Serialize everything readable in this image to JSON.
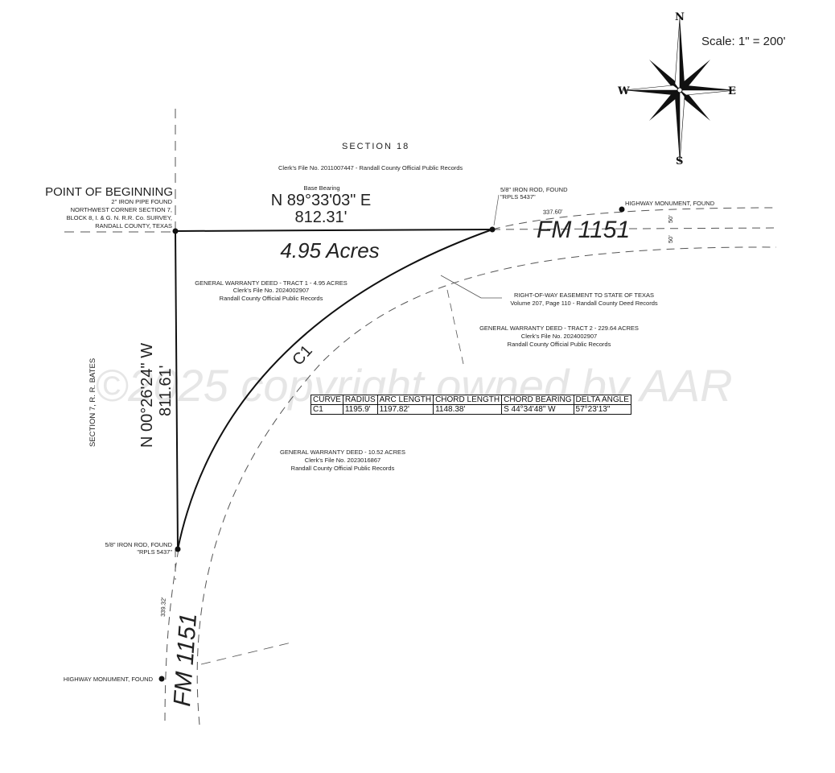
{
  "scale": "Scale: 1\" = 200'",
  "compass": {
    "north": "N",
    "south": "S",
    "east": "E",
    "west": "W",
    "icon": "compass-rose-icon"
  },
  "section_18": "SECTION 18",
  "section_18_clerk": "Clerk's File No. 2011007447 - Randall County Official Public Records",
  "point_of_beginning": {
    "title": "POINT OF BEGINNING",
    "lines": [
      "2\" IRON PIPE FOUND",
      "NORTHWEST CORNER SECTION 7,",
      "BLOCK 8, I. & G. N. R.R. Co. SURVEY,",
      "RANDALL COUNTY, TEXAS"
    ]
  },
  "base_bearing": {
    "label": "Base Bearing",
    "bearing": "N 89°33'03\" E",
    "distance": "812.31'"
  },
  "acres": "4.95 Acres",
  "iron_rod_ne": {
    "line1": "5/8\" IRON ROD, FOUND",
    "line2": "\"RPLS 5437\""
  },
  "iron_rod_sw": {
    "line1": "5/8\" IRON ROD, FOUND",
    "line2": "\"RPLS 5437\""
  },
  "highway_monument_ne": "HIGHWAY MONUMENT, FOUND",
  "highway_monument_sw": "HIGHWAY MONUMENT, FOUND",
  "dist_337": "337.60'",
  "dist_339": "339.32'",
  "width_50_a": "50'",
  "width_50_b": "50'",
  "road_label_e": "FM 1151",
  "road_label_s": "FM 1151",
  "tract1": {
    "line1": "GENERAL WARRANTY DEED - TRACT 1 - 4.95 ACRES",
    "line2": "Clerk's File No. 2024002907",
    "line3": "Randall County Official Public Records"
  },
  "row_easement": {
    "line1": "RIGHT-OF-WAY EASEMENT TO STATE OF TEXAS",
    "line2": "Volume 207, Page 110 - Randall County Deed Records"
  },
  "tract2": {
    "line1": "GENERAL WARRANTY DEED - TRACT 2 - 229.64 ACRES",
    "line2": "Clerk's File No. 2024002907",
    "line3": "Randall County Official Public Records"
  },
  "deed_1052": {
    "line1": "GENERAL WARRANTY DEED - 10.52 ACRES",
    "line2": "Clerk's File No. 2023016867",
    "line3": "Randall County Official Public Records"
  },
  "west_bearing": "N 00°26'24\" W",
  "west_distance": "811.61'",
  "section7": "SECTION 7, R. R. BATES",
  "curve_label": "C1",
  "watermark": "©2025 copyright owned by AAR",
  "curve_table": {
    "headers": [
      "CURVE",
      "RADIUS",
      "ARC LENGTH",
      "CHORD LENGTH",
      "CHORD BEARING",
      "DELTA ANGLE"
    ],
    "row": [
      "C1",
      "1195.9'",
      "1197.82'",
      "1148.38'",
      "S 44°34'48\" W",
      "57°23'13\""
    ]
  }
}
